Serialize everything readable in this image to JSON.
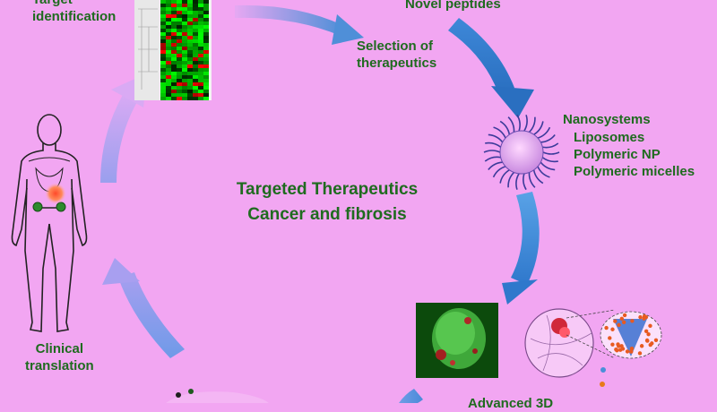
{
  "diagram": {
    "center_title": [
      "Targeted Therapeutics",
      "Cancer and fibrosis"
    ],
    "target_identification": [
      "Target",
      "identification"
    ],
    "novel_peptides": "Novel peptides",
    "selection": [
      "Selection of",
      "therapeutics"
    ],
    "nanosystems": {
      "heading": "Nanosystems",
      "items": [
        "Liposomes",
        "Polymeric NP",
        "Polymeric micelles"
      ]
    },
    "advanced_3d": "Advanced 3D",
    "clinical_translation": [
      "Clinical",
      "translation"
    ],
    "colors": {
      "background": "#f2a6f2",
      "label_text": "#1f6b1f",
      "arrow_blue": "#2f7fd0",
      "arrow_violet": "#b48cf0"
    }
  }
}
